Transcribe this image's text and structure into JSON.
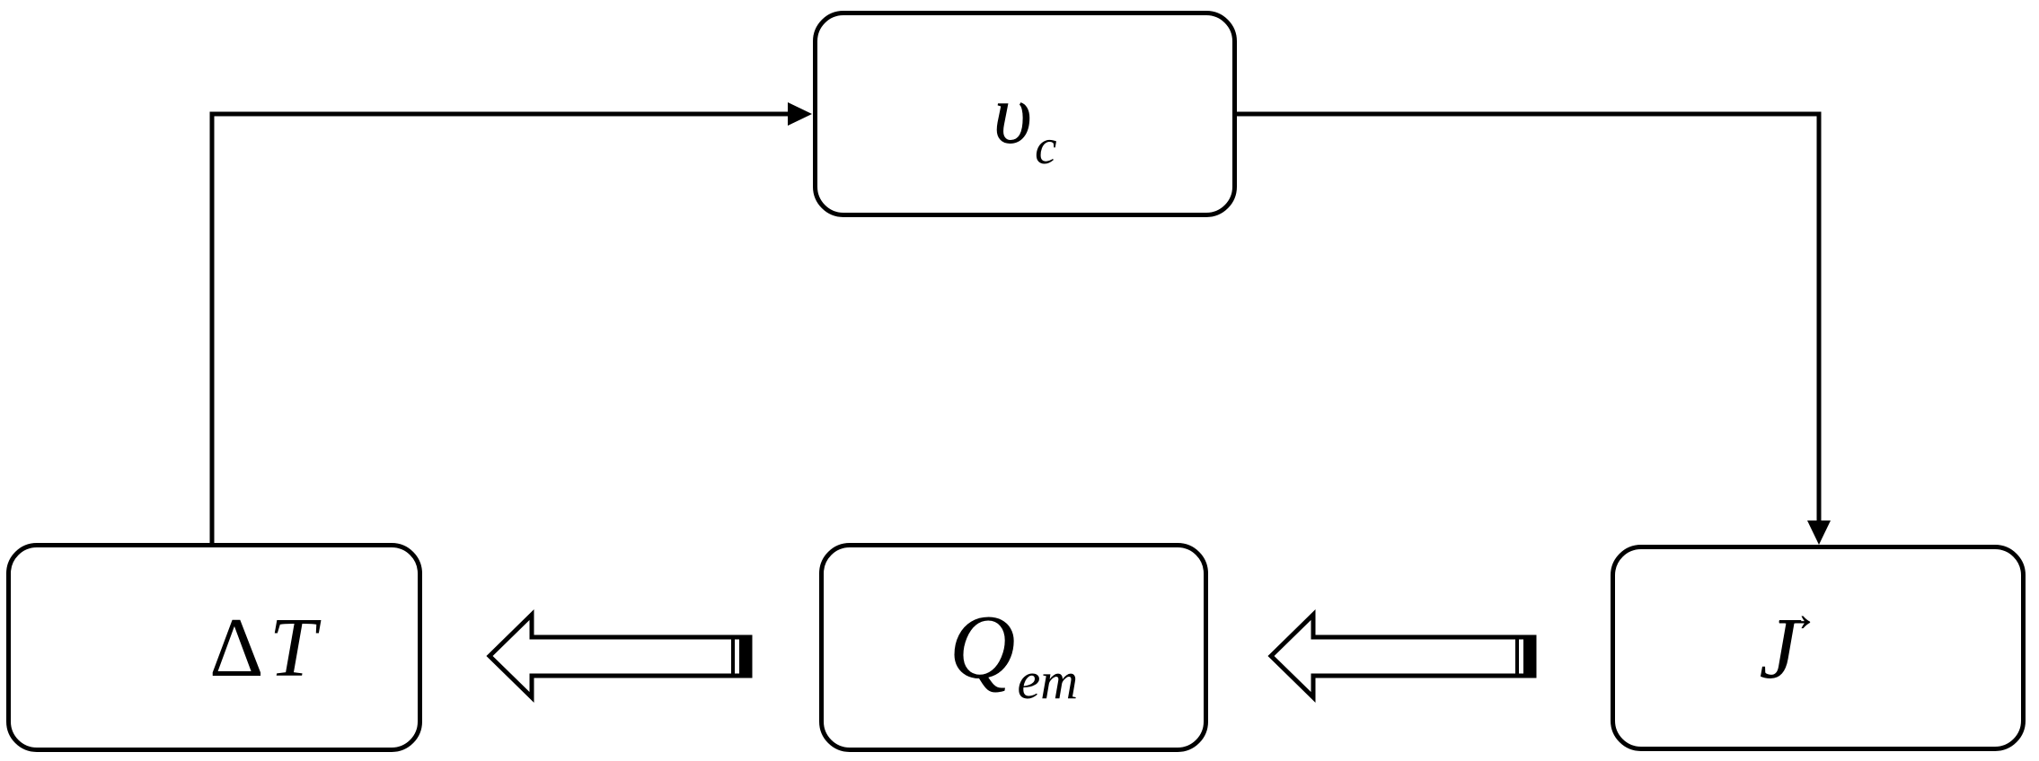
{
  "figure": {
    "background_color": "#ffffff",
    "line_color": "#000000",
    "fill_color": "#ffffff",
    "nodes": {
      "vc": {
        "symbol": "υ",
        "subscript": "c"
      },
      "delta_t": {
        "delta": "Δ",
        "variable": "T"
      },
      "qem": {
        "symbol": "Q",
        "subscript": "em"
      },
      "j": {
        "symbol": "J",
        "vector_mark": "→"
      }
    },
    "edges": [
      {
        "from": "delta_t",
        "to": "vc",
        "style": "thin-line-arrow"
      },
      {
        "from": "vc",
        "to": "j",
        "style": "thin-line-arrow"
      },
      {
        "from": "j",
        "to": "qem",
        "style": "hollow-block-arrow"
      },
      {
        "from": "qem",
        "to": "delta_t",
        "style": "hollow-block-arrow"
      }
    ]
  }
}
